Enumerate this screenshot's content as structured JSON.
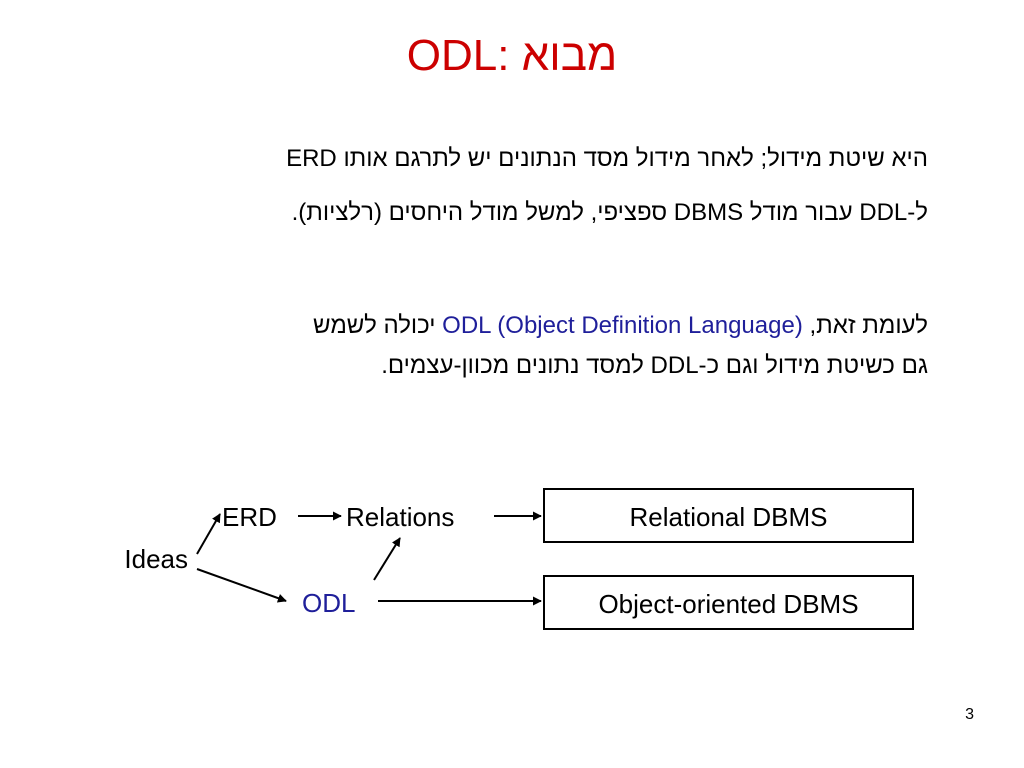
{
  "slide": {
    "title": "ODL: מבוא",
    "page_number": "3"
  },
  "paragraph1": {
    "line1": "ERD היא שיטת מידול; לאחר מידול מסד הנתונים יש לתרגם אותו",
    "line2": "ל-DDL עבור מודל DBMS ספציפי, למשל מודל היחסים (רלציות)."
  },
  "paragraph2": {
    "line1_prefix": "לעומת זאת, ",
    "line1_highlight": "ODL (Object Definition Language)",
    "line1_suffix": " יכולה לשמש",
    "line2": "גם כשיטת מידול וגם כ-DDL למסד נתונים מכוון-עצמים."
  },
  "diagram": {
    "nodes": {
      "ideas": "Ideas",
      "erd": "ERD",
      "relations": "Relations",
      "odl": "ODL",
      "relational_dbms": "Relational DBMS",
      "object_oriented_dbms": "Object-oriented DBMS"
    }
  },
  "colors": {
    "title": "#cc0000",
    "highlight": "#1f1f9a",
    "text": "#000000"
  }
}
